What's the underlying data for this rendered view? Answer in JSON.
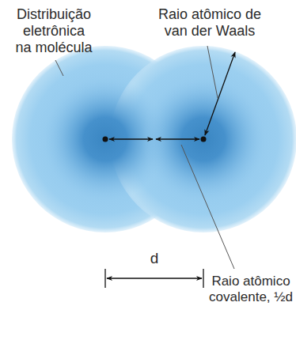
{
  "diagram": {
    "labels": [
      "Distribuição eletrônica na molécula",
      "Raio atômico de van der Waals",
      "d",
      "Raio atômico covalente, ½d"
    ]
  }
}
